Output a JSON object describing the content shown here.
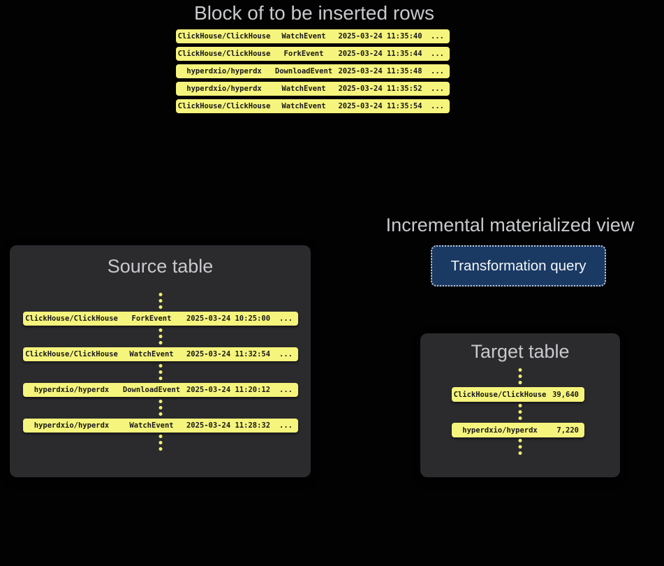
{
  "colors": {
    "background": "#020203",
    "row_yellow": "#f5f47c",
    "row_text": "#18181a",
    "panel_bg": "#2b2b2e",
    "heading_text": "#c8c9cc",
    "button_bg": "#1a3a64",
    "button_border": "#c7ccd4",
    "button_text": "#f4f6f8",
    "ellipsis_dot": "#f0ef74"
  },
  "insert_block": {
    "title": "Block of to be inserted rows",
    "rows": [
      {
        "repo": "ClickHouse/ClickHouse",
        "event": "WatchEvent",
        "timestamp": "2025-03-24 11:35:40",
        "more": "..."
      },
      {
        "repo": "ClickHouse/ClickHouse",
        "event": "ForkEvent",
        "timestamp": "2025-03-24 11:35:44",
        "more": "..."
      },
      {
        "repo": "hyperdxio/hyperdx",
        "event": "DownloadEvent",
        "timestamp": "2025-03-24 11:35:48",
        "more": "..."
      },
      {
        "repo": "hyperdxio/hyperdx",
        "event": "WatchEvent",
        "timestamp": "2025-03-24 11:35:52",
        "more": "..."
      },
      {
        "repo": "ClickHouse/ClickHouse",
        "event": "WatchEvent",
        "timestamp": "2025-03-24 11:35:54",
        "more": "..."
      }
    ]
  },
  "source_table": {
    "title": "Source table",
    "rows": [
      {
        "repo": "ClickHouse/ClickHouse",
        "event": "ForkEvent",
        "timestamp": "2025-03-24 10:25:00",
        "more": "..."
      },
      {
        "repo": "ClickHouse/ClickHouse",
        "event": "WatchEvent",
        "timestamp": "2025-03-24 11:32:54",
        "more": "..."
      },
      {
        "repo": "hyperdxio/hyperdx",
        "event": "DownloadEvent",
        "timestamp": "2025-03-24 11:20:12",
        "more": "..."
      },
      {
        "repo": "hyperdxio/hyperdx",
        "event": "WatchEvent",
        "timestamp": "2025-03-24 11:28:32",
        "more": "..."
      }
    ]
  },
  "materialized_view": {
    "title": "Incremental materialized view",
    "button_label": "Transformation query"
  },
  "target_table": {
    "title": "Target table",
    "rows": [
      {
        "name": "ClickHouse/ClickHouse",
        "value": "39,640"
      },
      {
        "name": "hyperdxio/hyperdx",
        "value": "7,220"
      }
    ]
  }
}
